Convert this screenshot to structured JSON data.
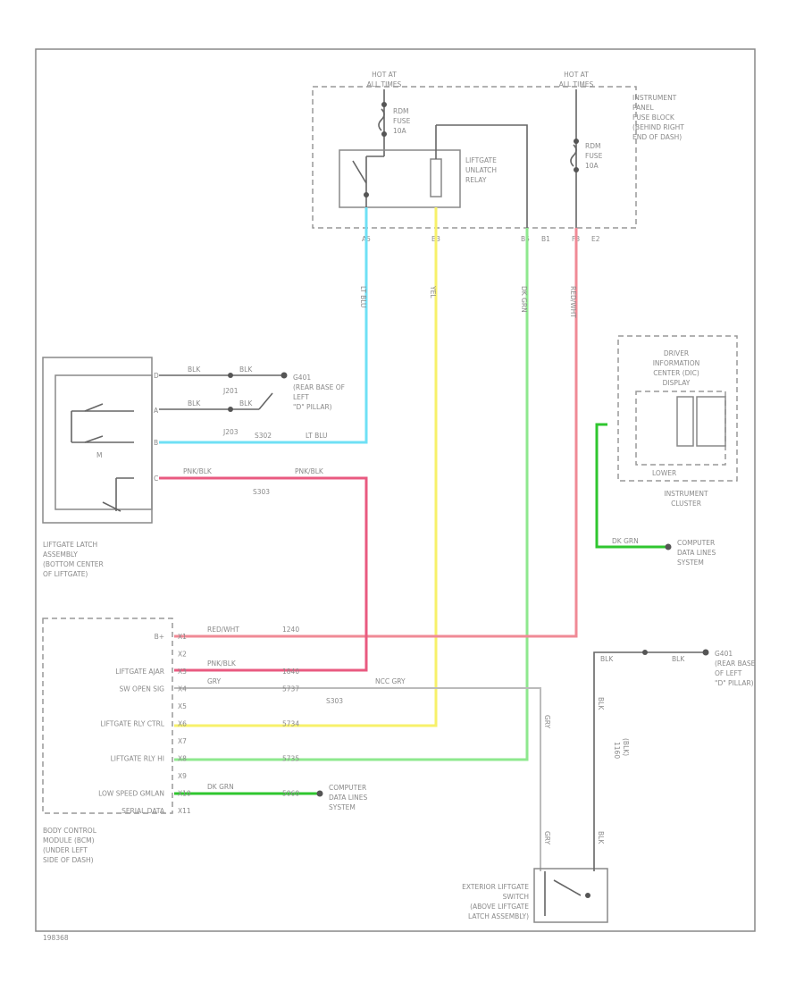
{
  "fuse_block": {
    "hot_left": [
      "HOT AT",
      "ALL TIMES"
    ],
    "hot_right": [
      "HOT AT",
      "ALL TIMES"
    ],
    "fuse_left": [
      "RDM",
      "FUSE",
      "10A"
    ],
    "fuse_right": [
      "RDM",
      "FUSE",
      "10A"
    ],
    "label": [
      "INSTRUMENT",
      "PANEL",
      "FUSE BLOCK",
      "(BEHIND RIGHT",
      "END OF DASH)"
    ],
    "relay_label": [
      "LIFTGATE",
      "UNLATCH",
      "RELAY"
    ],
    "pins": [
      "A5",
      "B3",
      "B5",
      "B1",
      "F3",
      "E2"
    ]
  },
  "wires": {
    "lt_blu": "LT BLU",
    "yel": "YEL",
    "dk_grn": "DK GRN",
    "red_wht": "RED/WHT",
    "pnk_blk": "PNK/BLK",
    "gry": "GRY",
    "blk": "BLK"
  },
  "latch": {
    "label": [
      "LIFTGATE LATCH",
      "ASSEMBLY",
      "(BOTTOM CENTER",
      "OF LIFTGATE)"
    ],
    "pins": [
      "D",
      "A",
      "B",
      "C"
    ],
    "splices": [
      "J201",
      "J203",
      "S302",
      "S303"
    ],
    "ground": [
      "G401",
      "(REAR BASE OF",
      "LEFT",
      "\"D\" PILLAR)"
    ]
  },
  "cluster": {
    "dic": [
      "DRIVER",
      "INFORMATION",
      "CENTER (DIC)",
      "DISPLAY"
    ],
    "label": [
      "INSTRUMENT",
      "CLUSTER"
    ],
    "lower": "LOWER"
  },
  "bcm": {
    "rows": [
      {
        "label": "B+",
        "pin": "X1",
        "circuit": ""
      },
      {
        "label": "",
        "pin": "X2",
        "circuit": ""
      },
      {
        "label": "LIFTGATE AJAR",
        "pin": "X3",
        "circuit": "1840"
      },
      {
        "label": "SW OPEN SIG",
        "pin": "X4",
        "circuit": "5737"
      },
      {
        "label": "",
        "pin": "X5",
        "circuit": ""
      },
      {
        "label": "LIFTGATE RLY CTRL",
        "pin": "X6",
        "circuit": "5734"
      },
      {
        "label": "",
        "pin": "X7",
        "circuit": ""
      },
      {
        "label": "LIFTGATE RLY HI",
        "pin": "X8",
        "circuit": "5735"
      },
      {
        "label": "",
        "pin": "X9",
        "circuit": ""
      },
      {
        "label": "LOW SPEED GMLAN",
        "pin": "X10",
        "circuit": "5060"
      },
      {
        "label": "SERIAL DATA",
        "pin": "X11",
        "circuit": ""
      }
    ],
    "label": [
      "BODY CONTROL",
      "MODULE (BCM)",
      "(UNDER LEFT",
      "SIDE OF DASH)"
    ],
    "red_circuit": "1240",
    "gry_note": "NCC GRY",
    "splice": "S303"
  },
  "computer_data": [
    "COMPUTER",
    "DATA LINES",
    "SYSTEM"
  ],
  "ext_switch": {
    "label": [
      "EXTERIOR LIFTGATE",
      "SWITCH",
      "(ABOVE LIFTGATE",
      "LATCH ASSEMBLY)"
    ],
    "ground": [
      "G401",
      "(REAR BASE",
      "OF LEFT",
      "\"D\" PILLAR)"
    ],
    "side": [
      "1160",
      "(BLK)"
    ]
  },
  "footer_code": "198368"
}
